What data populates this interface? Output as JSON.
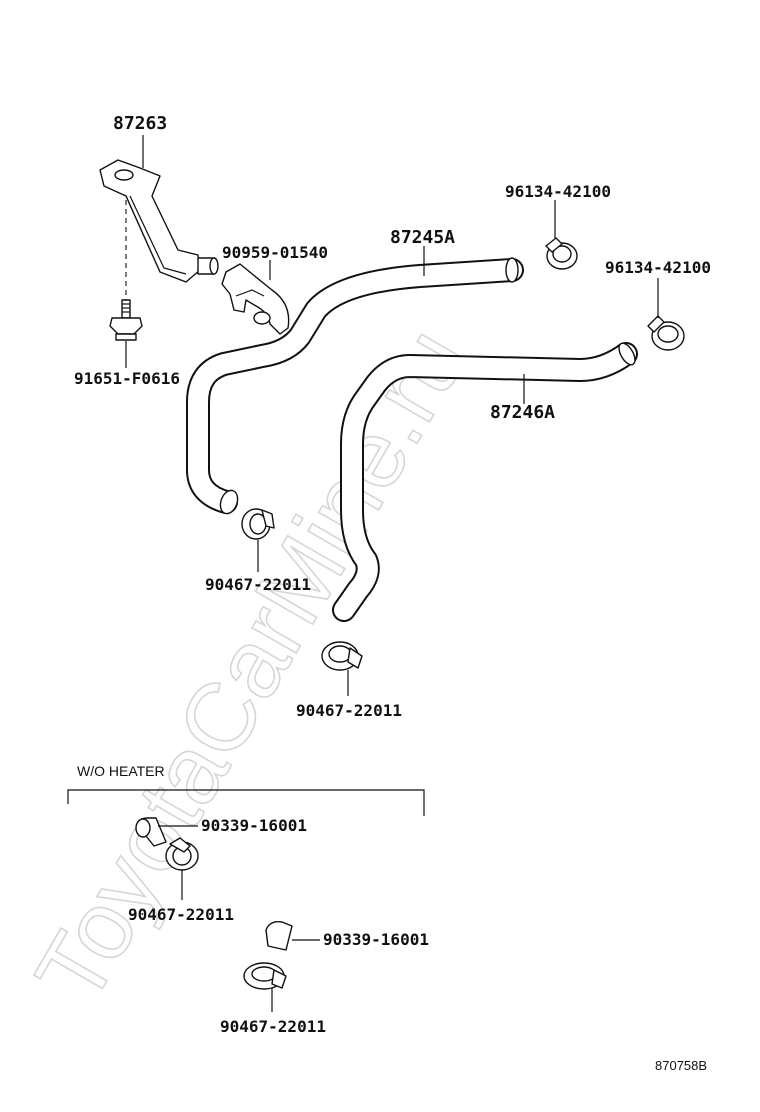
{
  "watermark": "ToyotaCarMine.ru",
  "labels": {
    "bracket": "87263",
    "bolt": "91651-F0616",
    "hose_clamp_bracket": "90959-01540",
    "hose_upper": "87245A",
    "hose_lower": "87246A",
    "clamp_top_1": "96134-42100",
    "clamp_top_2": "96134-42100",
    "clamp_mid_1": "90467-22011",
    "clamp_mid_2": "90467-22011"
  },
  "wo_heater": {
    "title": "W/O HEATER",
    "cap_1": "90339-16001",
    "clamp_1": "90467-22011",
    "cap_2": "90339-16001",
    "clamp_2": "90467-22011"
  },
  "reference": "870758B"
}
